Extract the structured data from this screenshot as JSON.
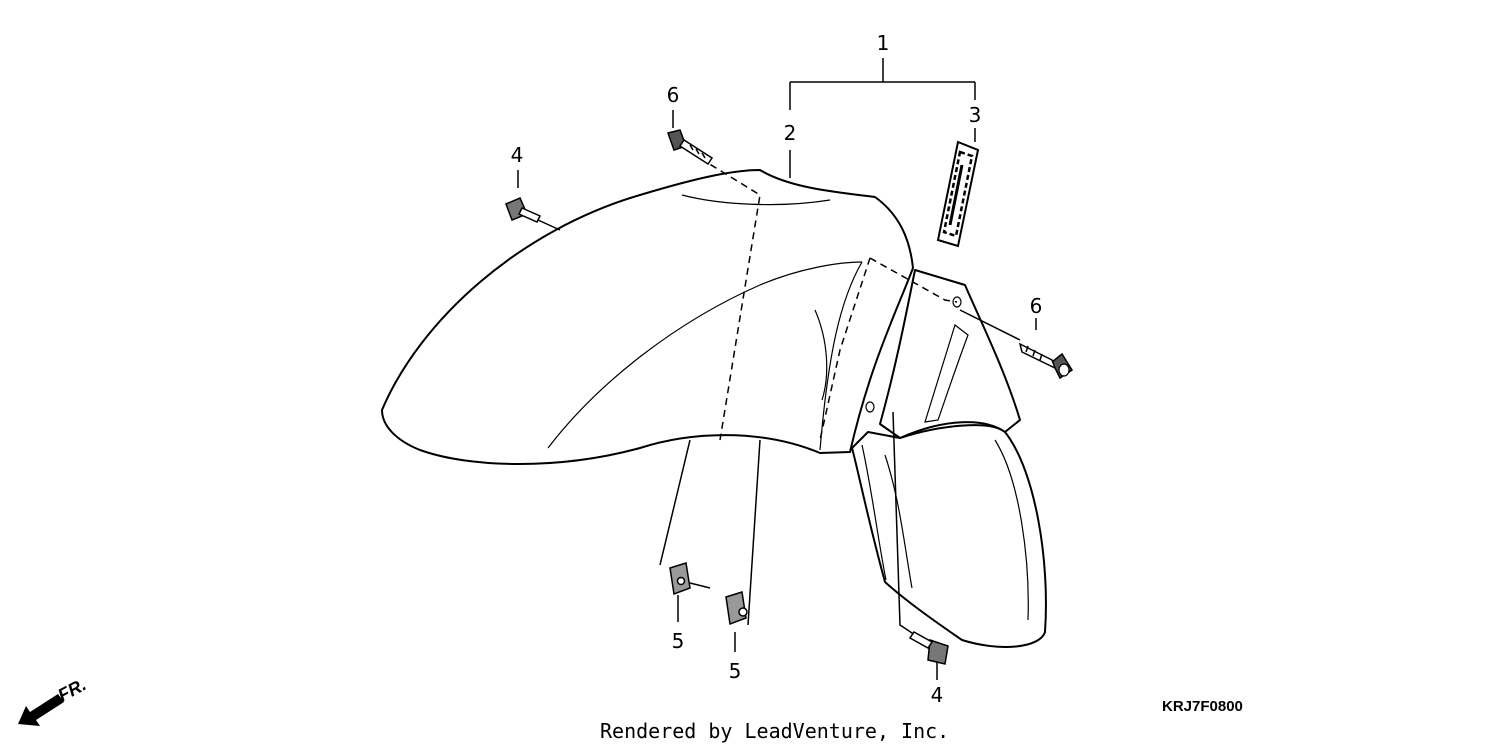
{
  "diagram": {
    "callouts": [
      {
        "id": "c1",
        "text": "1"
      },
      {
        "id": "c2",
        "text": "2"
      },
      {
        "id": "c3",
        "text": "3"
      },
      {
        "id": "c4a",
        "text": "4"
      },
      {
        "id": "c4b",
        "text": "4"
      },
      {
        "id": "c5a",
        "text": "5"
      },
      {
        "id": "c5b",
        "text": "5"
      },
      {
        "id": "c6a",
        "text": "6"
      },
      {
        "id": "c6b",
        "text": "6"
      }
    ],
    "direction_label": "FR.",
    "diagram_code": "KRJ7F0800",
    "credit": "Rendered by LeadVenture, Inc."
  }
}
